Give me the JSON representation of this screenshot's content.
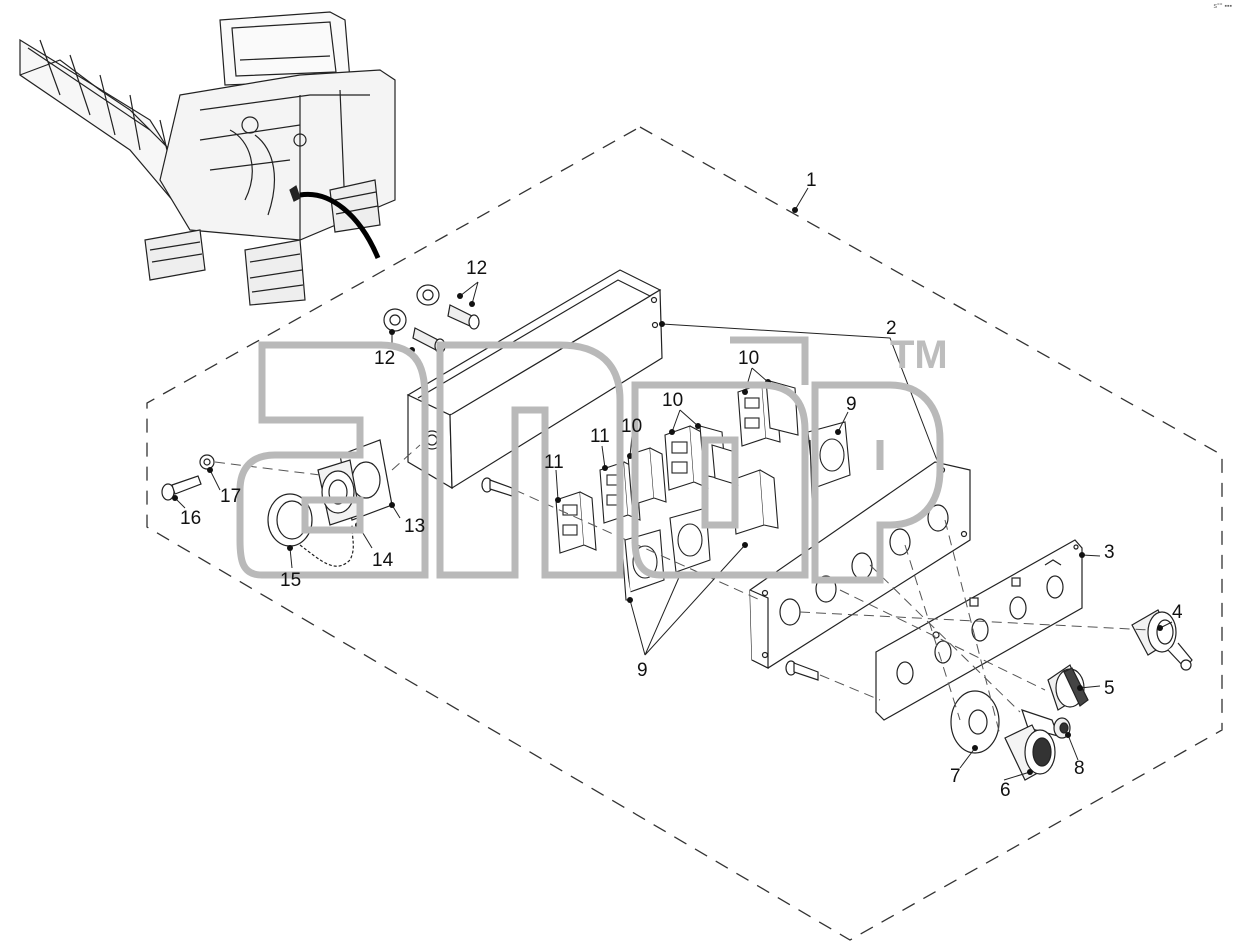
{
  "callouts": [
    {
      "id": "1",
      "label": "1"
    },
    {
      "id": "2",
      "label": "2"
    },
    {
      "id": "3",
      "label": "3"
    },
    {
      "id": "4",
      "label": "4"
    },
    {
      "id": "5",
      "label": "5"
    },
    {
      "id": "6",
      "label": "6"
    },
    {
      "id": "7",
      "label": "7"
    },
    {
      "id": "8",
      "label": "8"
    },
    {
      "id": "9a",
      "label": "9"
    },
    {
      "id": "9b",
      "label": "9"
    },
    {
      "id": "10a",
      "label": "10"
    },
    {
      "id": "10b",
      "label": "10"
    },
    {
      "id": "10c",
      "label": "10"
    },
    {
      "id": "11a",
      "label": "11"
    },
    {
      "id": "11b",
      "label": "11"
    },
    {
      "id": "12a",
      "label": "12"
    },
    {
      "id": "12b",
      "label": "12"
    },
    {
      "id": "13",
      "label": "13"
    },
    {
      "id": "14",
      "label": "14"
    },
    {
      "id": "15",
      "label": "15"
    },
    {
      "id": "16",
      "label": "16"
    },
    {
      "id": "17",
      "label": "17"
    }
  ],
  "watermark": {
    "text": "anp",
    "mark": "TM"
  },
  "corner_code": "s°° ▪▪▪"
}
